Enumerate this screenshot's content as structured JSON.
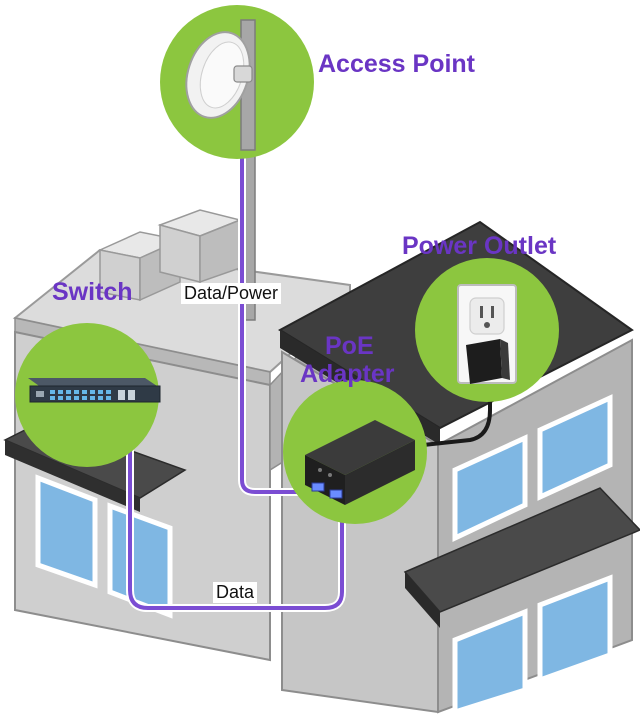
{
  "labels": {
    "access_point": "Access Point",
    "power_outlet": "Power Outlet",
    "switch": "Switch",
    "poe_adapter_line1": "PoE",
    "poe_adapter_line2": "Adapter",
    "data_power": "Data/Power",
    "data": "Data"
  },
  "colors": {
    "accent_purple": "#6a35c4",
    "highlight_green": "#8cc63f",
    "wall_gray": "#c9c9c9",
    "roof_dark": "#3c3c3c",
    "window_blue": "#7fb7e3",
    "cable_purple": "#7b4dd3",
    "cable_black": "#1a1a1a"
  },
  "icons": [
    "access-point-dish-icon",
    "network-switch-icon",
    "poe-adapter-icon",
    "power-outlet-icon",
    "power-plug-icon"
  ]
}
